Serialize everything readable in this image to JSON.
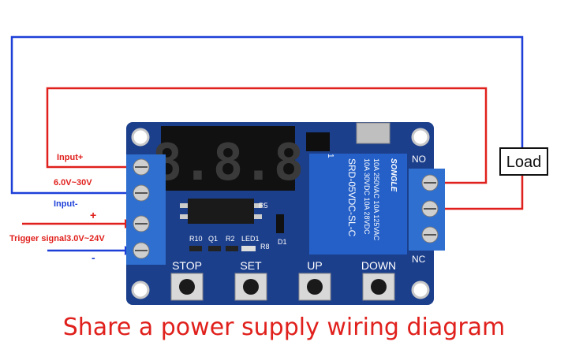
{
  "labels": {
    "input_plus": "Input+",
    "voltage_range": "6.0V~30V",
    "input_minus": "Input-",
    "plus_sign": "+",
    "trigger": "Trigger signal3.0V~24V",
    "minus_sign": "-",
    "load": "Load"
  },
  "board": {
    "buttons": [
      "STOP",
      "SET",
      "UP",
      "DOWN"
    ],
    "display": "8.8.8",
    "components": {
      "r10": "R10",
      "q1": "Q1",
      "r2": "R2",
      "led1": "LED1",
      "r8": "R8",
      "d1": "D1",
      "r5": "R5"
    },
    "relay_lines": [
      "SONGLE",
      "10A 250VAC 10A 125VAC",
      "10A 30VDC 10A 28VDC",
      "SRD-05VDC-SL-C"
    ],
    "relay_one": "1",
    "nc": "NC",
    "no": "NO"
  },
  "caption": "Share a power supply wiring diagram",
  "colors": {
    "positive_wire": "#e0201c",
    "negative_wire": "#1d3fd8",
    "board": "#1c3f8c",
    "terminal": "#2f6fd0",
    "relay": "#2560c8"
  }
}
